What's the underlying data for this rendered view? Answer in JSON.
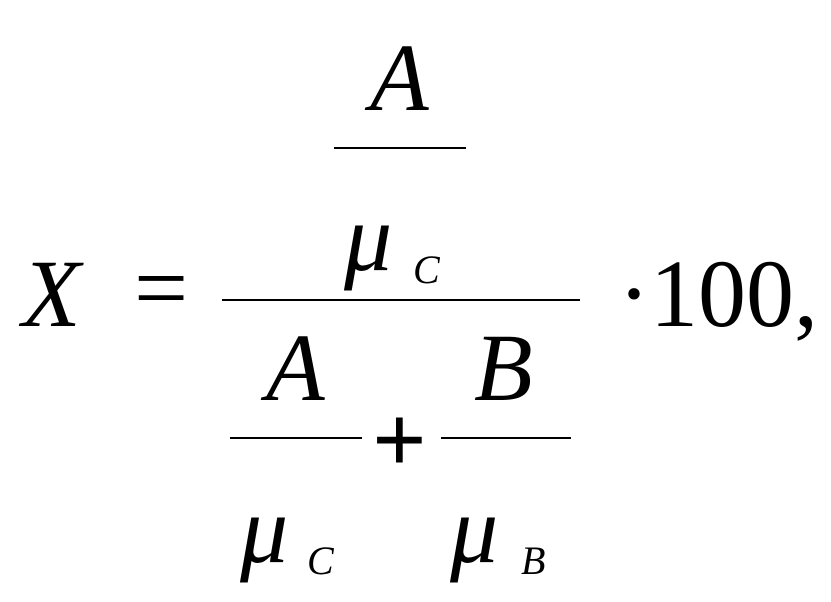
{
  "formula": {
    "lhs": "X",
    "equals": "=",
    "inner_top": {
      "numerator": "A",
      "denominator": "μ",
      "denominator_subscript": "C"
    },
    "inner_bottom_left": {
      "numerator": "A",
      "denominator": "μ",
      "denominator_subscript": "C"
    },
    "plus": "+",
    "inner_bottom_right": {
      "numerator": "B",
      "denominator": "μ",
      "denominator_subscript": "B"
    },
    "multiplier": "·100,"
  }
}
